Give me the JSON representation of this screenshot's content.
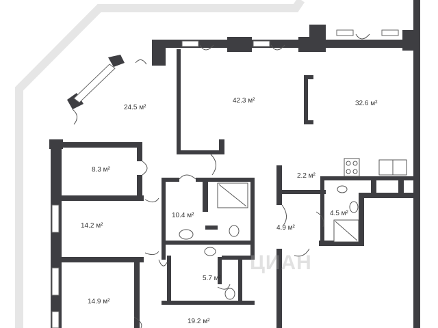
{
  "colors": {
    "wall": "#3e3e42",
    "outline": "#e6e6e6",
    "background": "#ffffff",
    "label": "#333333"
  },
  "rooms": [
    {
      "label": "24.5 м²"
    },
    {
      "label": "42.3 м²"
    },
    {
      "label": "32.6 м²"
    },
    {
      "label": "8.3 м²"
    },
    {
      "label": "2.2 м²"
    },
    {
      "label": "10.4 м²"
    },
    {
      "label": "14.2 м²"
    },
    {
      "label": "4.5 м²"
    },
    {
      "label": "4.9 м²"
    },
    {
      "label": "5.7 м²"
    },
    {
      "label": "14.9 м²"
    },
    {
      "label": "19.2 м²"
    }
  ],
  "watermark": "ЦИАН"
}
